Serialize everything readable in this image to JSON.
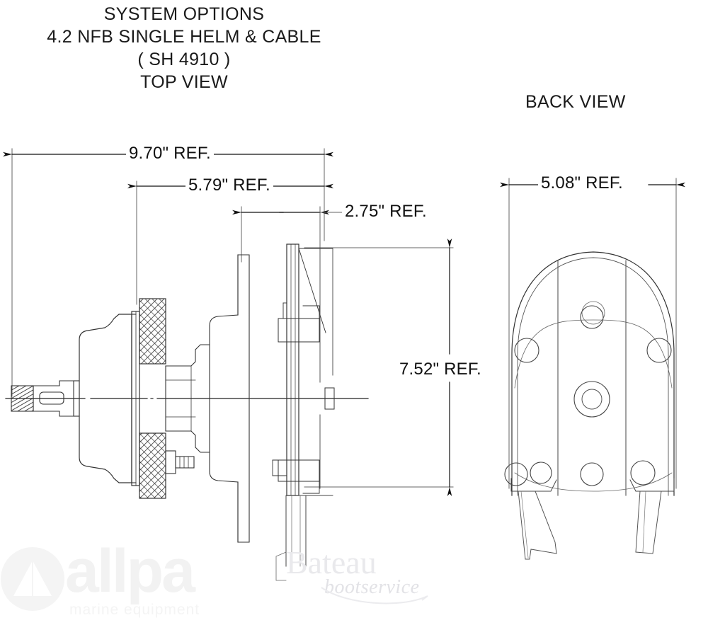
{
  "drawing": {
    "title_lines": [
      "SYSTEM OPTIONS",
      "4.2 NFB SINGLE HELM & CABLE",
      "( SH 4910 )",
      "TOP VIEW"
    ],
    "back_view_label": "BACK VIEW",
    "line_color": "#222222",
    "thin_line_color": "#555555"
  },
  "dimensions": {
    "top_view": [
      {
        "id": "overall_length",
        "value": "9.70\" REF."
      },
      {
        "id": "helm_to_flange",
        "value": "5.79\" REF."
      },
      {
        "id": "gearbox_depth",
        "value": "2.75\" REF."
      },
      {
        "id": "overall_height",
        "value": "7.52\" REF."
      }
    ],
    "back_view": [
      {
        "id": "overall_width",
        "value": "5.08\" REF."
      }
    ]
  },
  "watermarks": {
    "allpa": {
      "name": "allpa",
      "subtitle": "marine equipment",
      "logo": "triangle-in-circle-icon",
      "color": "#f2f2f2"
    },
    "bateau": {
      "name": "Bateau",
      "subtitle": "bootservice",
      "color": "#e9e9ec"
    }
  }
}
